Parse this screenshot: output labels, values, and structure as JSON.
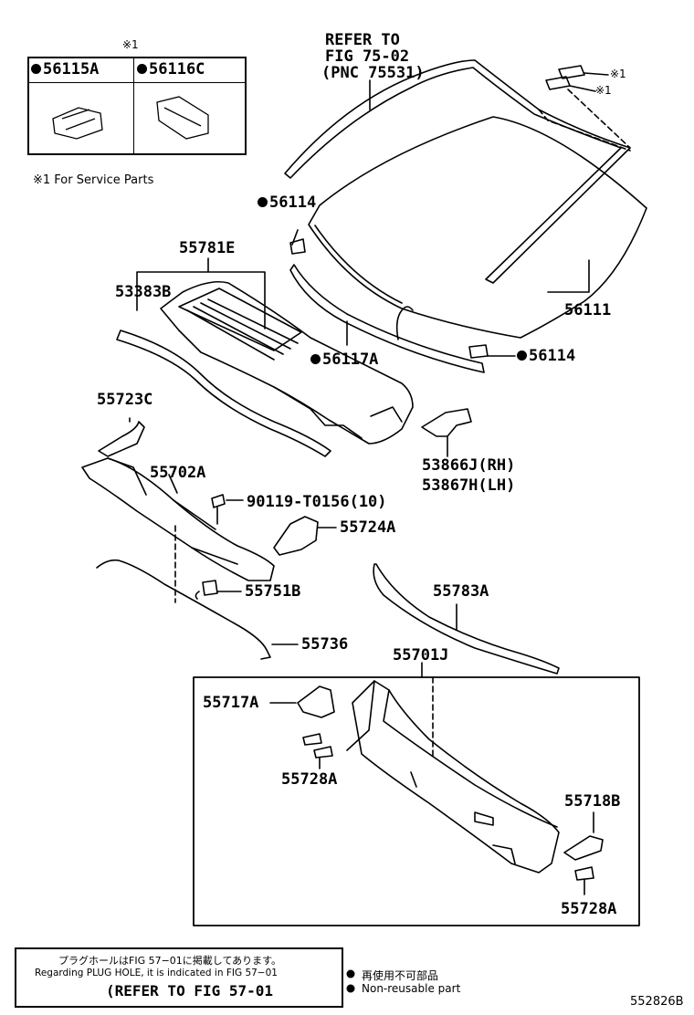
{
  "service_legend": {
    "header_mark": "※1",
    "part_a": "56115A",
    "part_b": "56116C",
    "footnote": "※1 For Service Parts"
  },
  "callouts": {
    "refer_line1": "REFER TO",
    "refer_line2": "FIG 75-02",
    "refer_line3": "(PNC 75531)",
    "mark1": "※1",
    "mark2": "※1",
    "p56114_top": "56114",
    "p55781E": "55781E",
    "p53383B": "53383B",
    "p56111": "56111",
    "p56117A": "56117A",
    "p56114_bottom": "56114",
    "p55723C": "55723C",
    "p53866J": "53866J(RH)",
    "p53867H": "53867H(LH)",
    "p55702A": "55702A",
    "p90119": "90119-T0156(10)",
    "p55724A": "55724A",
    "p55751B": "55751B",
    "p55783A": "55783A",
    "p55736": "55736",
    "p55701J": "55701J",
    "p55717A": "55717A",
    "p55728A_left": "55728A",
    "p55718B": "55718B",
    "p55728A_right": "55728A"
  },
  "plug_note": {
    "jp": "プラグホールはFIG 57−01に掲載してあります。",
    "en": "Regarding PLUG HOLE, it is indicated in FIG 57−01",
    "refer": "(REFER TO FIG 57-01"
  },
  "nonreusable_legend": {
    "jp": "再使用不可部品",
    "en": "Non-reusable part"
  },
  "figure_code": "552826B"
}
